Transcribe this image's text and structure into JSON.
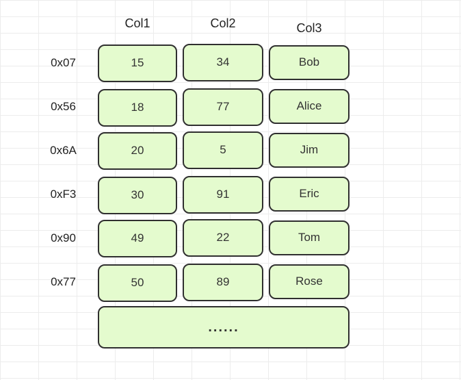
{
  "diagram": {
    "headers": [
      "Col1",
      "Col2",
      "Col3"
    ],
    "rows": [
      {
        "address": "0x07",
        "cells": [
          "15",
          "34",
          "Bob"
        ]
      },
      {
        "address": "0x56",
        "cells": [
          "18",
          "77",
          "Alice"
        ]
      },
      {
        "address": "0x6A",
        "cells": [
          "20",
          "5",
          "Jim"
        ]
      },
      {
        "address": "0xF3",
        "cells": [
          "30",
          "91",
          "Eric"
        ]
      },
      {
        "address": "0x90",
        "cells": [
          "49",
          "22",
          "Tom"
        ]
      },
      {
        "address": "0x77",
        "cells": [
          "50",
          "89",
          "Rose"
        ]
      }
    ],
    "ellipsis_label": "......"
  },
  "colors": {
    "cell_fill": "#e4fbce",
    "cell_border": "#2f2f2f",
    "grid_line": "#ececec"
  }
}
